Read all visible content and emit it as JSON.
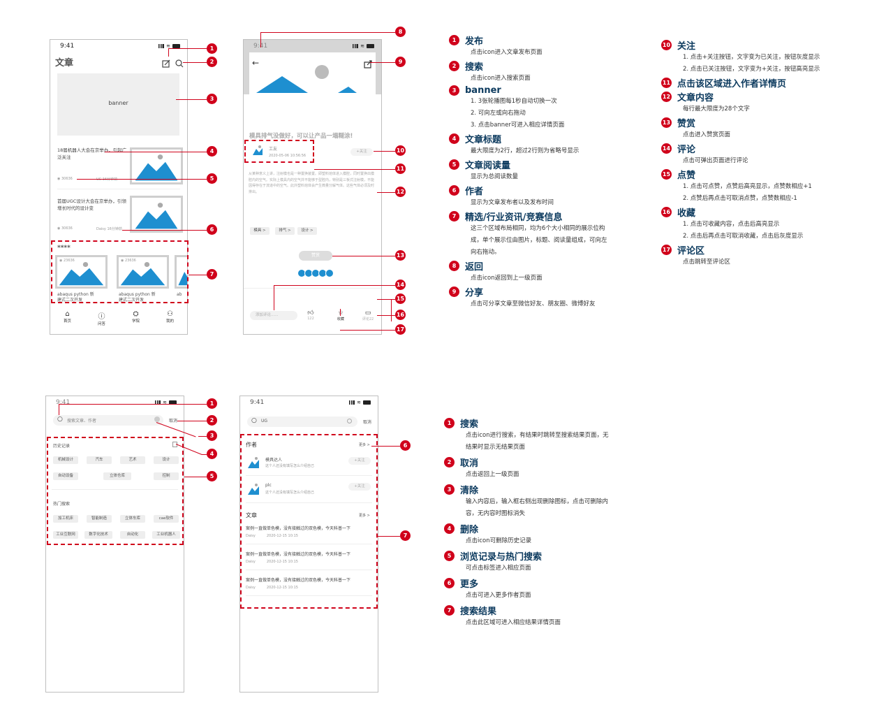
{
  "screen1": {
    "time": "9:41",
    "title": "文章",
    "banner": "banner",
    "article1": {
      "title": "18届机器人大会在京举办，引起广泛关注",
      "views": "30636",
      "author": "UC 16分钟前"
    },
    "article2": {
      "title": "首届UGC设计大会在京举办，引领增长时代的设计变",
      "views": "30636",
      "author": "Daisy 16分钟前"
    },
    "section": "****",
    "cards": [
      {
        "views": "23636",
        "title": "abaqus python 新",
        "sub": "建式二次开发"
      },
      {
        "views": "23636",
        "title": "abaqus python 新",
        "sub": "建式二次开发"
      },
      {
        "title": "ab"
      }
    ],
    "tabs": [
      "首页",
      "问答",
      "学院",
      "我的"
    ]
  },
  "screen2": {
    "time": "9:41",
    "headline": "模具排气没做好，可以让产品一塌糊涂!",
    "author": "工友",
    "date": "2020-05-06  10:56:56",
    "follow": "+关注",
    "body": "从某种意义上讲，注射模也是一种置换装置。即塑料熔体进入模腔，同时置换出模腔内的空气。实际上模具内的空气并不能够于型腔内，特别是三板式注射模，不能因得存在于流道中的空气。此外塑料熔体会产生微量分解气体。这些气体必须及时排出。",
    "tags": [
      "模具 >",
      "排气 >",
      "设计 >"
    ],
    "like_btn": "赞赏",
    "comment_placeholder": "添加评论......",
    "likes": "122",
    "favorite": "收藏",
    "comments": "评论22"
  },
  "screen3": {
    "time": "9:41",
    "search_placeholder": "搜索文章、作者",
    "cancel": "取消",
    "history_title": "历史记录",
    "history_tags": [
      "机械设计",
      "汽车",
      "艺术",
      "设计",
      "自动设备",
      "立体仓库",
      "控制"
    ],
    "hot_title": "热门搜索",
    "hot_tags": [
      "加工机床",
      "智能制造",
      "立体车库",
      "cae软件",
      "工业互联网",
      "数字化技术",
      "自动化",
      "工业机器人"
    ]
  },
  "screen4": {
    "time": "9:41",
    "search_value": "UG",
    "cancel": "取消",
    "authors_title": "作者",
    "more": "更多 >",
    "authors": [
      {
        "name": "模具达人",
        "bio": "这个人还没有填写怎么介绍自己",
        "follow": "+关注"
      },
      {
        "name": "plc",
        "bio": "这个人还没有填写怎么介绍自己",
        "follow": "+关注"
      }
    ],
    "articles_title": "文章",
    "articles": [
      {
        "title": "案例一直做单色模，没有接触过的双色模，今天科普一下",
        "author": "Daisy",
        "date": "2020-12-15 10:15"
      },
      {
        "title": "案例一直做单色模，没有接触过的双色模，今天科普一下",
        "author": "Daisy",
        "date": "2020-12-15 10:15"
      },
      {
        "title": "案例一直做单色模，没有接触过的双色模，今天科普一下",
        "author": "Daisy",
        "date": "2020-12-15 10:15"
      }
    ]
  },
  "annotations_top_left": [
    {
      "n": "1",
      "title": "发布",
      "desc": [
        "点击icon进入文章发布页面"
      ]
    },
    {
      "n": "2",
      "title": "搜索",
      "desc": [
        "点击icon进入搜索页面"
      ]
    },
    {
      "n": "3",
      "title": "banner",
      "desc": [
        "1. 3张轮播图每1秒自动切换一次",
        "2. 可向左或向右拖动",
        "3. 点击banner可进入相应详情页面"
      ]
    },
    {
      "n": "4",
      "title": "文章标题",
      "desc": [
        "最大限度为2行，超过2行则为省略号显示"
      ]
    },
    {
      "n": "5",
      "title": "文章阅读量",
      "desc": [
        "显示为总阅读数量"
      ]
    },
    {
      "n": "6",
      "title": "作者",
      "desc": [
        "显示为文章发布者以及发布时间"
      ]
    },
    {
      "n": "7",
      "title": "精选/行业资讯/竞赛信息",
      "desc": [
        "这三个区域布局相同，均为6个大小相同的展示位构",
        "成，单个展示位由图片，标题、阅读量组成，可向左",
        "向右拖动。"
      ]
    },
    {
      "n": "8",
      "title": "返回",
      "desc": [
        "点击icon返回到上一级页面"
      ]
    },
    {
      "n": "9",
      "title": "分享",
      "desc": [
        "点击可分享文章至微信好友、朋友圈、微博好友"
      ]
    }
  ],
  "annotations_top_right": [
    {
      "n": "10",
      "title": "关注",
      "desc": [
        "1. 点击+关注按钮，文字变为已关注，按钮灰度显示",
        "2. 点击已关注按钮，文字变为+关注，按钮高亮显示"
      ]
    },
    {
      "n": "11",
      "title": "点击该区域进入作者详情页",
      "desc": []
    },
    {
      "n": "12",
      "title": "文章内容",
      "desc": [
        "每行最大限度为28个文字"
      ]
    },
    {
      "n": "13",
      "title": "赞赏",
      "desc": [
        "点击进入赞赏页面"
      ]
    },
    {
      "n": "14",
      "title": "评论",
      "desc": [
        "点击可弹出页面进行评论"
      ]
    },
    {
      "n": "15",
      "title": "点赞",
      "desc": [
        "1. 点击可点赞，点赞后高亮显示，点赞数相应+1",
        "2. 点赞后再点击可取消点赞，点赞数相应-1"
      ]
    },
    {
      "n": "16",
      "title": "收藏",
      "desc": [
        "1. 点击可收藏内容，点击后高亮显示",
        "2. 点击后再点击可取消收藏，点击后灰度显示"
      ]
    },
    {
      "n": "17",
      "title": "评论区",
      "desc": [
        "点击跳转至评论区"
      ]
    }
  ],
  "annotations_bottom": [
    {
      "n": "1",
      "title": "搜索",
      "desc": [
        "点击icon进行搜索，有结果时跳转至搜索结果页面，无",
        "结果时显示无结果页面"
      ]
    },
    {
      "n": "2",
      "title": "取消",
      "desc": [
        "点击返回上一级页面"
      ]
    },
    {
      "n": "3",
      "title": "清除",
      "desc": [
        "输入内容后，输入框右侧出现删除图标，点击可删除内",
        "容，无内容时图标消失"
      ]
    },
    {
      "n": "4",
      "title": "删除",
      "desc": [
        "点击icon可删除历史记录"
      ]
    },
    {
      "n": "5",
      "title": "浏览记录与热门搜索",
      "desc": [
        "可点击标签进入相应页面"
      ]
    },
    {
      "n": "6",
      "title": "更多",
      "desc": [
        "点击可进入更多作者页面"
      ]
    },
    {
      "n": "7",
      "title": "搜索结果",
      "desc": [
        "点击此区域可进入相应结果详情页面"
      ]
    }
  ]
}
